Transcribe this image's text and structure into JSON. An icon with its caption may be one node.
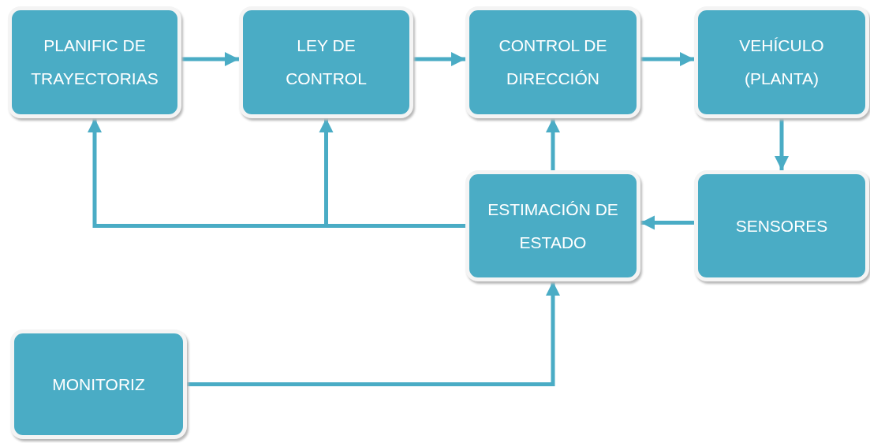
{
  "diagram": {
    "nodes": [
      {
        "text": [
          "PLANIFIC DE TRAYECTORIAS"
        ]
      },
      {
        "text": [
          "LEY DE CONTROL"
        ]
      },
      {
        "text": [
          "CONTROL DE DIRECCIÓN"
        ]
      },
      {
        "text": [
          "VEHÍCULO (PLANTA)"
        ]
      },
      {
        "text": [
          "ESTIMACIÓN DE ESTADO"
        ]
      },
      {
        "text": [
          "SENSORES"
        ]
      },
      {
        "text": [
          "MONITORIZ"
        ]
      }
    ],
    "edges": [
      {
        "from": 0,
        "to": 1,
        "arrow": "to"
      },
      {
        "from": 1,
        "to": 2,
        "arrow": "to"
      },
      {
        "from": 2,
        "to": 3,
        "arrow": "to"
      },
      {
        "from": 3,
        "to": 5,
        "arrow": "to"
      },
      {
        "from": 5,
        "to": 4,
        "arrow": "to"
      },
      {
        "from": 4,
        "to": 2,
        "arrow": "to"
      },
      {
        "from": 4,
        "to": 0,
        "arrow": "to"
      },
      {
        "from": 4,
        "to": 1,
        "arrow": "to"
      },
      {
        "from": 6,
        "to": 4,
        "arrow": "to"
      }
    ]
  }
}
